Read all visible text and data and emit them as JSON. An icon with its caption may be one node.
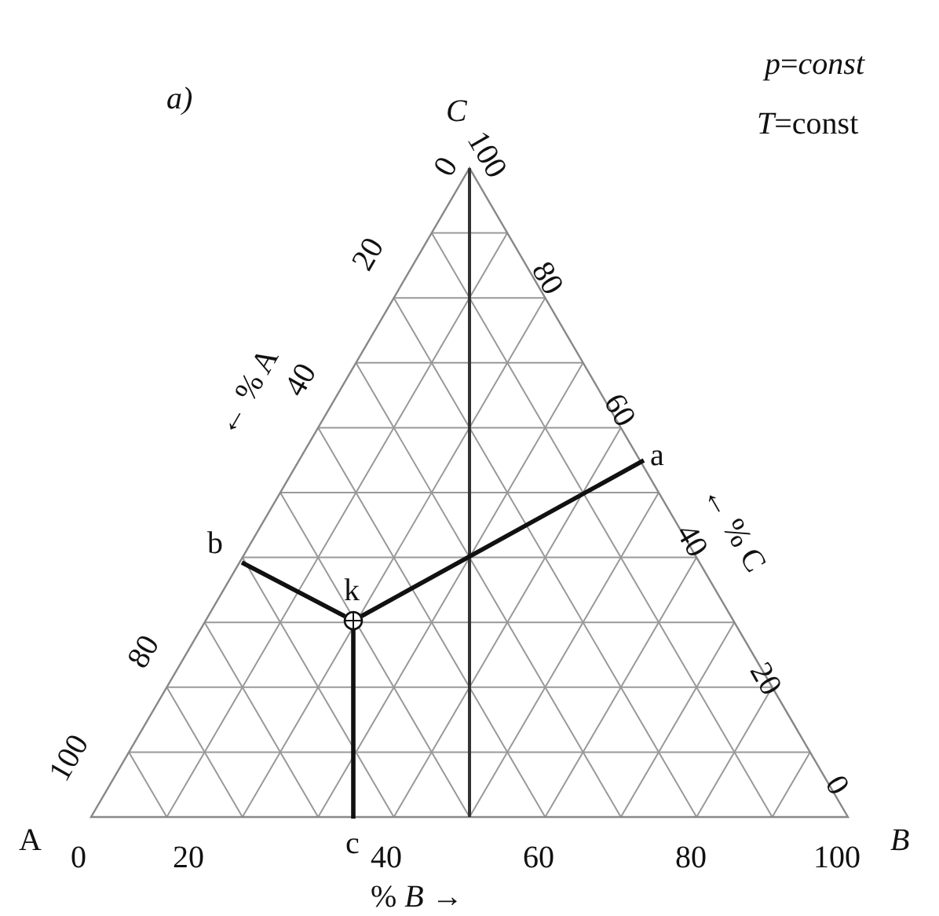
{
  "diagram": {
    "nodes": [
      {
        "text": [
          "a"
        ]
      },
      {
        "text": [
          "b"
        ]
      },
      {
        "text": [
          "c"
        ]
      },
      {
        "text": [
          "k"
        ]
      }
    ],
    "edges": [
      {
        "from": 1,
        "to": 3,
        "arrow": "none"
      },
      {
        "from": 3,
        "to": 0,
        "arrow": "none"
      },
      {
        "from": 3,
        "to": 2,
        "arrow": "none"
      }
    ],
    "labels": [
      "*a)*",
      "*p*=*const*",
      "*C*",
      "0",
      "100",
      "*T*=const",
      "20",
      "80",
      "40",
      "← % A",
      "60",
      "← % C",
      "40",
      "80",
      "20",
      "100",
      "0",
      "A",
      "0",
      "20",
      "40",
      "60",
      "80",
      "100",
      "*B*",
      "% *B* →"
    ]
  }
}
